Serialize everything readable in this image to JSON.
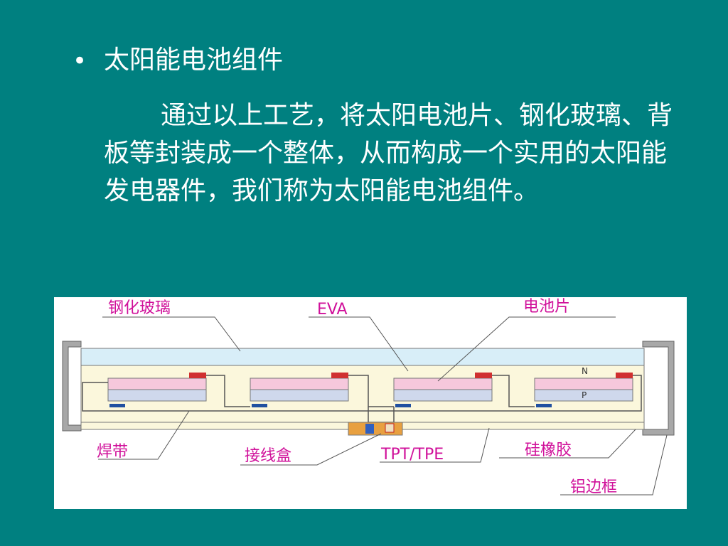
{
  "slide": {
    "bullet": "•",
    "heading": "太阳能电池组件",
    "paragraph": "通过以上工艺，将太阳电池片、钢化玻璃、背板等封装成一个整体，从而构成一个实用的太阳能发电器件，我们称为太阳能电池组件。"
  },
  "diagram": {
    "labels": {
      "tempered_glass": "钢化玻璃",
      "eva": "EVA",
      "cell": "电池片",
      "ribbon": "焊带",
      "junction_box": "接线盒",
      "backsheet": "TPT/TPE",
      "silicone": "硅橡胶",
      "al_frame": "铝边框",
      "n_layer": "N",
      "p_layer": "P"
    },
    "colors": {
      "label_color": "#d0109a",
      "glass": "#d8eef8",
      "eva": "#fbf7dc",
      "cell_n": "#f6c8dc",
      "cell_p": "#cfd8ec",
      "frame": "#a8a8a8",
      "junction_box": "#e8a040"
    }
  }
}
